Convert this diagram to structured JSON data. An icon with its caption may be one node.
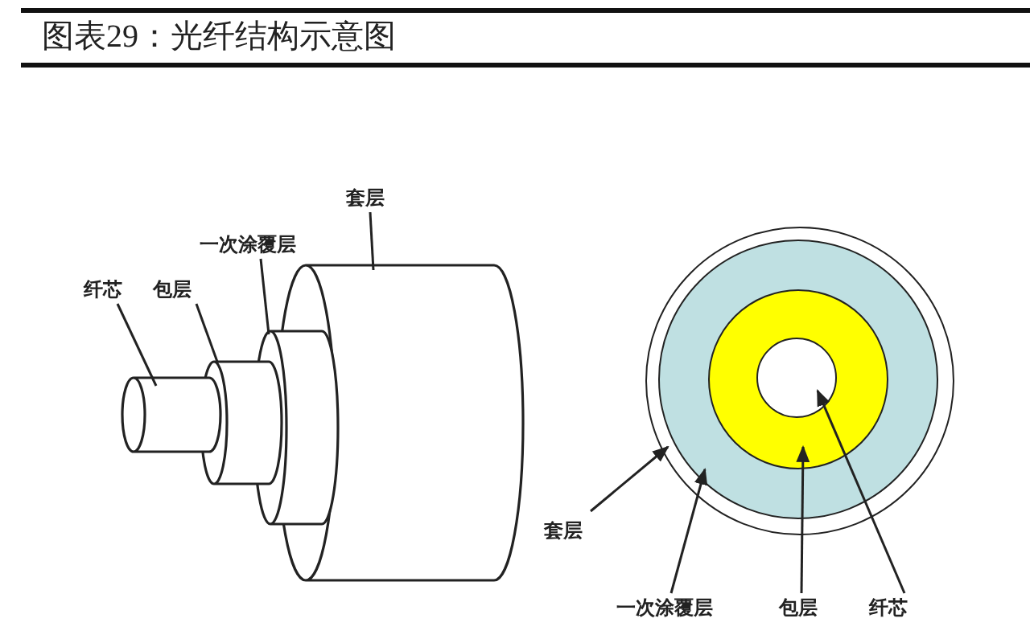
{
  "diagram": {
    "title": "图表29：光纤结构示意图",
    "nodes": [
      {
        "text": [
          "纤芯"
        ]
      },
      {
        "text": [
          "包层"
        ]
      },
      {
        "text": [
          "一次涂覆层"
        ]
      },
      {
        "text": [
          "套层"
        ]
      },
      {
        "text": [],
        "shape": "cylinder"
      },
      {
        "text": [],
        "shape": "cylinder"
      },
      {
        "text": [],
        "shape": "cylinder"
      },
      {
        "text": [],
        "shape": "cylinder"
      },
      {
        "text": [],
        "shape": "circle"
      },
      {
        "text": [],
        "shape": "circle",
        "in": 8
      },
      {
        "text": [],
        "shape": "circle",
        "in": 9
      },
      {
        "text": [],
        "shape": "circle",
        "in": 10
      },
      {
        "text": [
          "套层"
        ]
      },
      {
        "text": [
          "一次涂覆层"
        ]
      },
      {
        "text": [
          "包层"
        ]
      },
      {
        "text": [
          "纤芯"
        ]
      }
    ],
    "edges": [
      {
        "from": 0,
        "to": 4,
        "arrow": "none"
      },
      {
        "from": 1,
        "to": 5,
        "arrow": "none"
      },
      {
        "from": 2,
        "to": 6,
        "arrow": "none"
      },
      {
        "from": 3,
        "to": 7,
        "arrow": "none"
      },
      {
        "from": 12,
        "to": 8,
        "arrow": "to"
      },
      {
        "from": 13,
        "to": 9,
        "arrow": "to"
      },
      {
        "from": 14,
        "to": 10,
        "arrow": "to"
      },
      {
        "from": 15,
        "to": 11,
        "arrow": "to"
      }
    ]
  }
}
